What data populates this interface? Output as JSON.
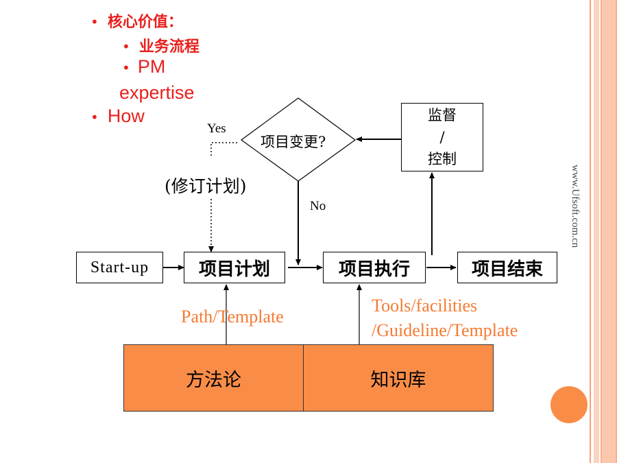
{
  "bullets": {
    "core_value": "核心价值：",
    "business_flow": "业务流程",
    "pm": "PM",
    "expertise": "expertise",
    "how": "How",
    "bullet_glyph": "•"
  },
  "flow": {
    "startup": "Start-up",
    "plan": "项目计划",
    "execute": "项目执行",
    "close": "项目结束",
    "decision": "项目变更?",
    "monitor_line1": "监督",
    "monitor_line2": "/",
    "monitor_line3": "控制",
    "yes": "Yes",
    "no": "No",
    "revise": "(修订计划)",
    "path_template": "Path/Template",
    "tools_line1": "Tools/facilities",
    "tools_line2": "/Guideline/Template"
  },
  "base": {
    "methodology": "方法论",
    "knowledge_base": "知识库"
  },
  "watermark": "www.Ufsoft.com.cn",
  "colors": {
    "bullet_red": "#e8201c",
    "annotation_orange": "#f57a32",
    "base_fill": "#f98d48",
    "frame": "#f4a07a"
  }
}
